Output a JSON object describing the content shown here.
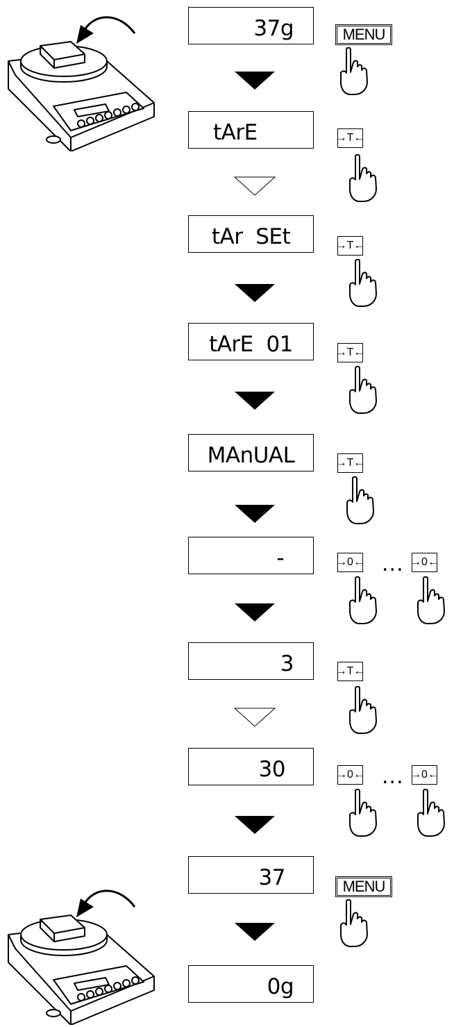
{
  "displays": [
    "37g",
    "tArE",
    "tAr  SEt",
    "tArE  01",
    "MAnUAL",
    "-",
    "3",
    "30",
    "37",
    "0g"
  ],
  "keys": {
    "menu": "MENU",
    "tare": "→T←",
    "zero": "→0←"
  },
  "ellipsis": "...",
  "colors": {
    "line": "#000000",
    "background": "#ffffff"
  },
  "icons": [
    "balance-icon",
    "curved-arrow-icon",
    "hand-press-icon",
    "arrow-down-icon"
  ]
}
